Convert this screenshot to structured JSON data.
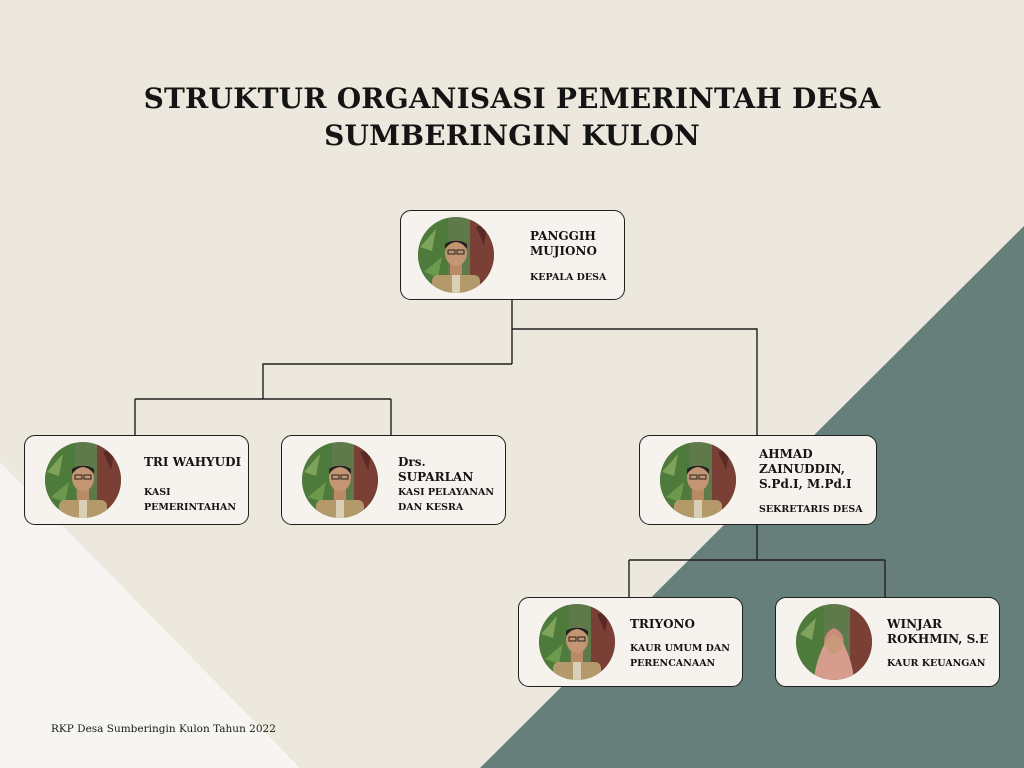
{
  "title": "STRUKTUR ORGANISASI PEMERINTAH DESA SUMBERINGIN KULON",
  "footer": "RKP Desa Sumberingin Kulon Tahun 2022",
  "colors": {
    "background": "#ece8de",
    "teal_panel": "#667f7b",
    "light_panel": "#f7f5f1",
    "card": "#f6f3ee",
    "border": "#1f1f1f"
  },
  "members": [
    {
      "name": "PANGGIH\nMUJIONO",
      "role": "KEPALA DESA",
      "photo": "man-uniform-photo"
    },
    {
      "name": "TRI WAHYUDI",
      "role": "KASI\nPEMERINTAHAN",
      "photo": "man-uniform-photo"
    },
    {
      "name": "Drs. SUPARLAN",
      "role": "KASI PELAYANAN\nDAN KESRA",
      "photo": "man-uniform-photo"
    },
    {
      "name": "AHMAD\nZAINUDDIN,\nS.Pd.I, M.Pd.I",
      "role": "SEKRETARIS DESA",
      "photo": "man-uniform-photo"
    },
    {
      "name": "TRIYONO",
      "role": "KAUR UMUM DAN\nPERENCANAAN",
      "photo": "man-uniform-photo"
    },
    {
      "name": "WINJAR\nROKHMIN,  S.E",
      "role": "KAUR KEUANGAN",
      "photo": "woman-hijab-photo"
    }
  ]
}
